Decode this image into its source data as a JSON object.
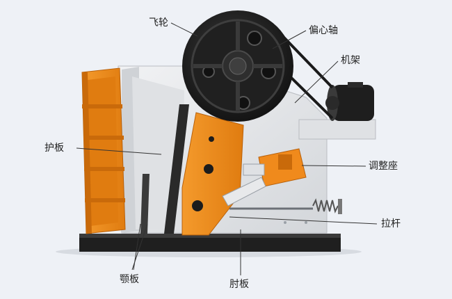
{
  "labels": {
    "flywheel": "飞轮",
    "eccentric_shaft": "偏心轴",
    "frame": "机架",
    "guard_plate": "护板",
    "adjusting_seat": "调整座",
    "tie_rod": "拉杆",
    "jaw_plate": "颚板",
    "toggle_plate": "肘板"
  },
  "colors": {
    "orange": "#f08a1c",
    "dark_orange": "#c96a0a",
    "frame_light": "#e3e5e8",
    "frame_shadow": "#c9ccd1",
    "black": "#1c1c1c",
    "background": "#eef1f6"
  }
}
